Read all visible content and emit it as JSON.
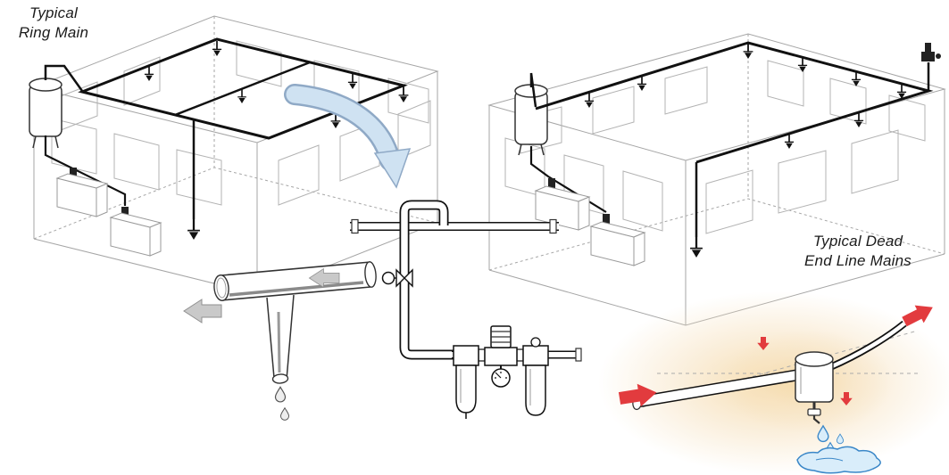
{
  "labels": {
    "ring_main": {
      "line1": "Typical",
      "line2": "Ring Main"
    },
    "dead_end": {
      "line1": "Typical Dead",
      "line2": "End Line Mains"
    }
  },
  "colors": {
    "background": "#ffffff",
    "pipe_black": "#111111",
    "building_outline": "#a6a6a6",
    "callout_arrow_fill": "#cfe2f2",
    "callout_arrow_stroke": "#8fa9c6",
    "airflow_arrow": "#c9c9c9",
    "alert_red": "#e23b3e",
    "water_fill": "#d9edfa",
    "water_stroke": "#3a87c8",
    "highlight_glow": "#f5d9a6"
  },
  "icons": [
    "flow-callout-arrow",
    "airflow-arrow",
    "inflow-arrow",
    "outflow-arrow",
    "slope-arrow",
    "drain-leg",
    "water-droplet",
    "water-puddle"
  ]
}
